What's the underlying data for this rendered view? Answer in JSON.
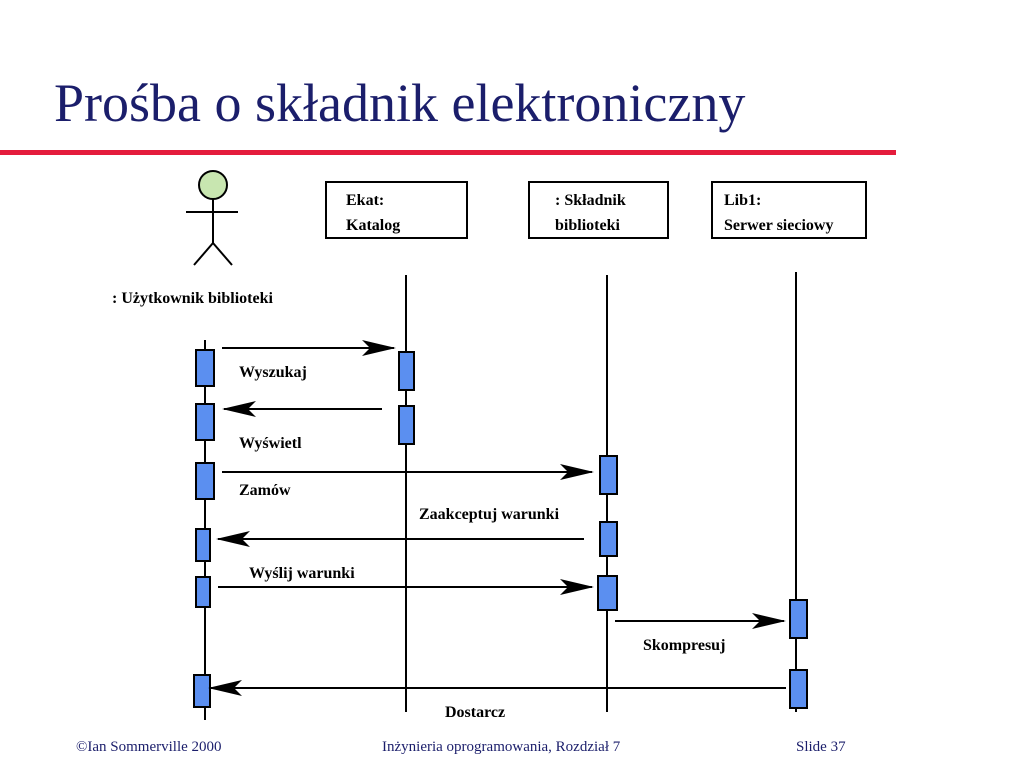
{
  "slide": {
    "title": "Prośba o składnik elektroniczny"
  },
  "colors": {
    "title": "#1b1e6b",
    "rule": "#e41c3c",
    "activation": "#5b8ff0",
    "actor_head": "#c8e6b0"
  },
  "diagram": {
    "actor": {
      "label": ": Użytkownik biblioteki",
      "icon": "stick-figure-icon"
    },
    "objects": [
      {
        "line1": "Ekat:",
        "line2": "Katalog"
      },
      {
        "line1": ": Składnik",
        "line2": "biblioteki"
      },
      {
        "line1": "Lib1:",
        "line2": "Serwer sieciowy"
      }
    ],
    "messages": [
      {
        "label": "Wyszukaj",
        "from": "Użytkownik biblioteki",
        "to": "Ekat"
      },
      {
        "label": "Wyświetl",
        "from": "Ekat",
        "to": "Użytkownik biblioteki"
      },
      {
        "label": "Zamów",
        "from": "Użytkownik biblioteki",
        "to": "Składnik biblioteki"
      },
      {
        "label": "Zaakceptuj warunki",
        "from": "Składnik biblioteki",
        "to": "Użytkownik biblioteki"
      },
      {
        "label": "Wyślij warunki",
        "from": "Użytkownik biblioteki",
        "to": "Składnik biblioteki"
      },
      {
        "label": "Skompresuj",
        "from": "Składnik biblioteki",
        "to": "Lib1"
      },
      {
        "label": "Dostarcz",
        "from": "Lib1",
        "to": "Użytkownik biblioteki"
      }
    ]
  },
  "footer": {
    "copyright": "©Ian Sommerville 2000",
    "course": "Inżynieria oprogramowania, Rozdział 7",
    "slide": "Slide  37"
  }
}
